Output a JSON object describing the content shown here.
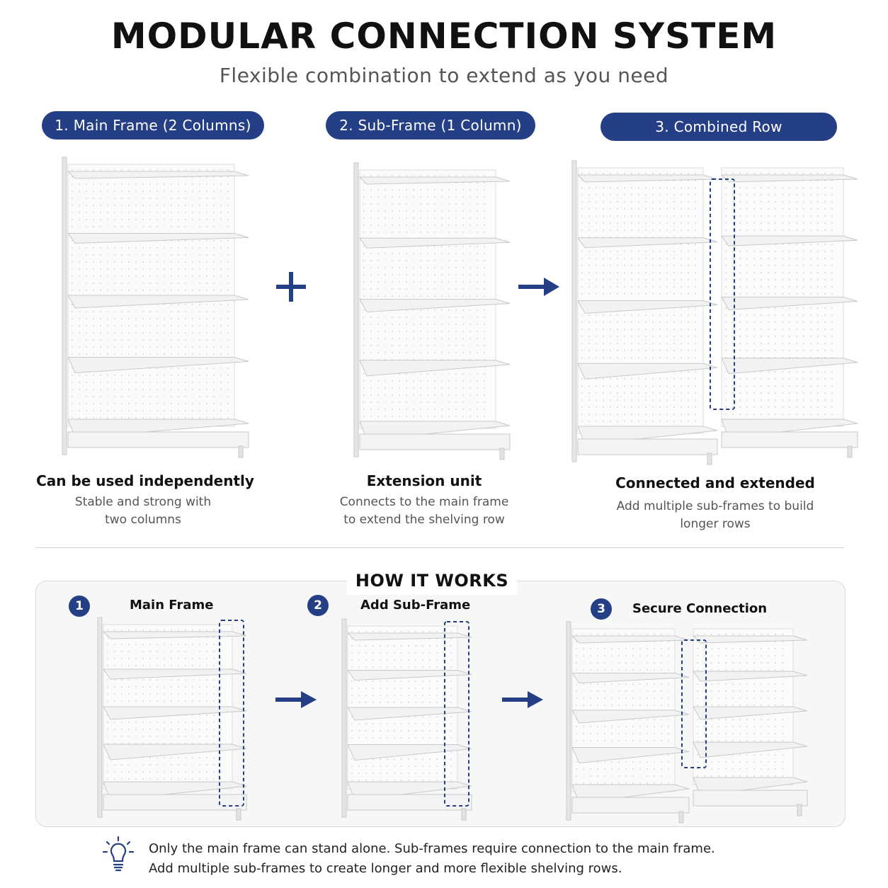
{
  "header": {
    "title": "MODULAR CONNECTION SYSTEM",
    "subtitle": "Flexible combination to extend as you need"
  },
  "colors": {
    "accent": "#243f86",
    "shelf": "#f2f2f2",
    "outline": "#c9c9c9"
  },
  "steps_top": [
    {
      "pill": "1. Main Frame (2 Columns)",
      "caption_title": "Can be used independently",
      "caption_line1": "Stable and strong with",
      "caption_line2": "two columns"
    },
    {
      "pill": "2. Sub-Frame (1 Column)",
      "caption_title": "Extension unit",
      "caption_line1": "Connects to the main frame",
      "caption_line2": "to extend the shelving row"
    },
    {
      "pill": "3. Combined Row",
      "caption_title": "Connected and extended",
      "caption_line1": "Add multiple sub-frames to build",
      "caption_line2": "longer rows"
    }
  ],
  "operators": {
    "plus": "+",
    "arrow": "→"
  },
  "how_it_works": {
    "title": "HOW IT WORKS",
    "steps": [
      {
        "num": "1",
        "label": "Main Frame"
      },
      {
        "num": "2",
        "label": "Add Sub-Frame"
      },
      {
        "num": "3",
        "label": "Secure Connection"
      }
    ]
  },
  "tip": {
    "icon": "lightbulb-icon",
    "line1": "Only the main frame can stand alone. Sub-frames require connection to the main frame.",
    "line2": "Add multiple sub-frames to create longer and more flexible shelving rows."
  }
}
